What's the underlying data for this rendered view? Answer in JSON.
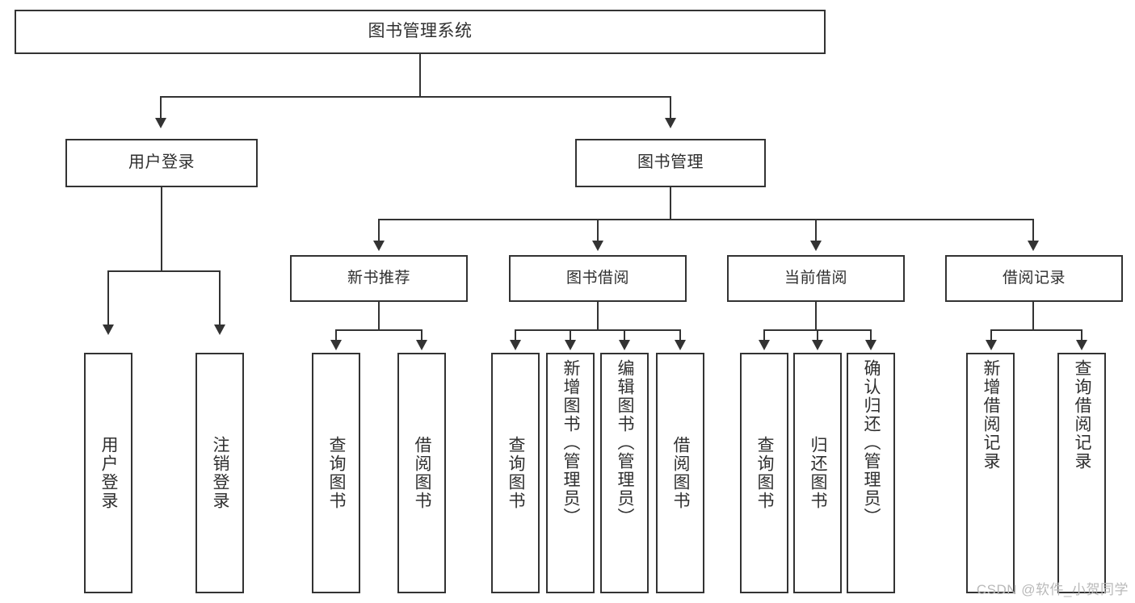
{
  "diagram": {
    "title": "图书管理系统",
    "type": "tree",
    "root": {
      "label": "图书管理系统"
    },
    "level1": [
      {
        "label": "用户登录"
      },
      {
        "label": "图书管理"
      }
    ],
    "level2": [
      {
        "label": "新书推荐"
      },
      {
        "label": "图书借阅"
      },
      {
        "label": "当前借阅"
      },
      {
        "label": "借阅记录"
      }
    ],
    "leaves": {
      "user_login": [
        {
          "label": "用户登录"
        },
        {
          "label": "注销登录"
        }
      ],
      "new_book_recommend": [
        {
          "label": "查询图书"
        },
        {
          "label": "借阅图书"
        }
      ],
      "book_borrow": [
        {
          "label": "查询图书"
        },
        {
          "label": "新增图书（管理员）"
        },
        {
          "label": "编辑图书（管理员）"
        },
        {
          "label": "借阅图书"
        }
      ],
      "current_borrow": [
        {
          "label": "查询图书"
        },
        {
          "label": "归还图书"
        },
        {
          "label": "确认归还（管理员）"
        }
      ],
      "borrow_record": [
        {
          "label": "新增借阅记录"
        },
        {
          "label": "查询借阅记录"
        }
      ]
    }
  },
  "watermark": {
    "text": "CSDN @软件_小贺同学"
  },
  "colors": {
    "border": "#333333",
    "background": "#ffffff",
    "text": "#2f2f2f",
    "watermark": "#b9b9b9"
  }
}
